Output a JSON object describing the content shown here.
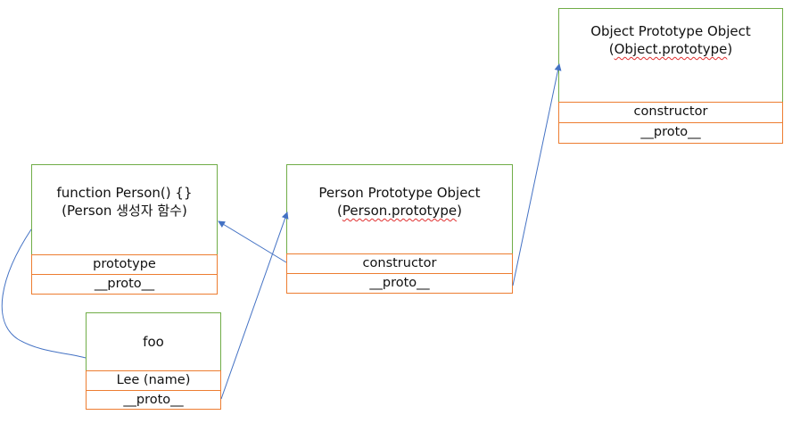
{
  "object_prototype": {
    "title": "Object Prototype Object",
    "subtitle": "(Object.prototype)",
    "rows": [
      "constructor",
      "__proto__"
    ]
  },
  "person_function": {
    "title": "function Person() {}",
    "subtitle": "(Person 생성자 함수)",
    "rows": [
      "prototype",
      "__proto__"
    ]
  },
  "person_prototype": {
    "title": "Person Prototype Object",
    "subtitle": "(Person.prototype)",
    "rows": [
      "constructor",
      "__proto__"
    ]
  },
  "foo": {
    "title": "foo",
    "rows": [
      "Lee (name)",
      "__proto__"
    ]
  },
  "colors": {
    "header_border": "#70ad47",
    "row_border": "#ed7d31",
    "arrow": "#4472c4",
    "spellcheck_underline": "#e03030"
  }
}
